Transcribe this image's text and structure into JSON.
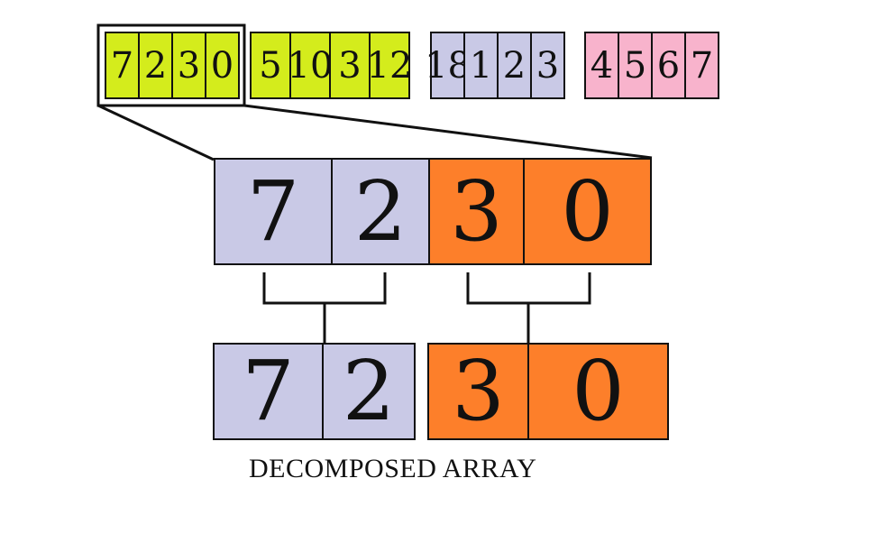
{
  "colors": {
    "lime": "#d4ec1c",
    "lavender": "#c9c9e6",
    "pink": "#f8b3cc",
    "orange": "#fd7f2a",
    "outline": "#111111"
  },
  "top_arrays": [
    {
      "color": "lime",
      "values": [
        "7",
        "2",
        "3",
        "0"
      ]
    },
    {
      "color": "lime",
      "values": [
        "5",
        "10",
        "3",
        "12"
      ]
    },
    {
      "color": "lavender",
      "values": [
        "18",
        "1",
        "2",
        "3"
      ]
    },
    {
      "color": "pink",
      "values": [
        "4",
        "5",
        "6",
        "7"
      ]
    }
  ],
  "zoom_array": [
    {
      "value": "7",
      "color": "lavender"
    },
    {
      "value": "2",
      "color": "lavender"
    },
    {
      "value": "3",
      "color": "orange"
    },
    {
      "value": "0",
      "color": "orange"
    }
  ],
  "decomposed_left": [
    {
      "value": "7",
      "color": "lavender"
    },
    {
      "value": "2",
      "color": "lavender"
    }
  ],
  "decomposed_right": [
    {
      "value": "3",
      "color": "orange"
    },
    {
      "value": "0",
      "color": "orange"
    }
  ],
  "caption": "DECOMPOSED ARRAY"
}
